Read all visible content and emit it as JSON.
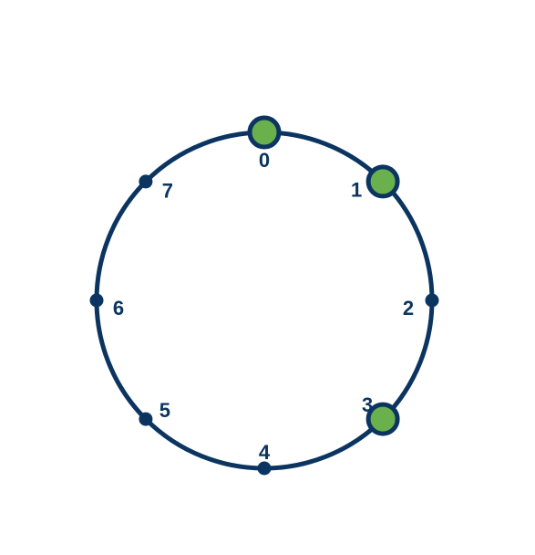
{
  "diagram": {
    "colors": {
      "ring": "#0b3560",
      "node_small": "#0b3560",
      "node_active_fill": "#6ab04c",
      "node_active_stroke": "#0b3560",
      "label": "#0b3560"
    },
    "nodes": [
      {
        "label": "0",
        "active": true
      },
      {
        "label": "1",
        "active": true
      },
      {
        "label": "2",
        "active": false
      },
      {
        "label": "3",
        "active": true
      },
      {
        "label": "4",
        "active": false
      },
      {
        "label": "5",
        "active": false
      },
      {
        "label": "6",
        "active": false
      },
      {
        "label": "7",
        "active": false
      }
    ]
  }
}
